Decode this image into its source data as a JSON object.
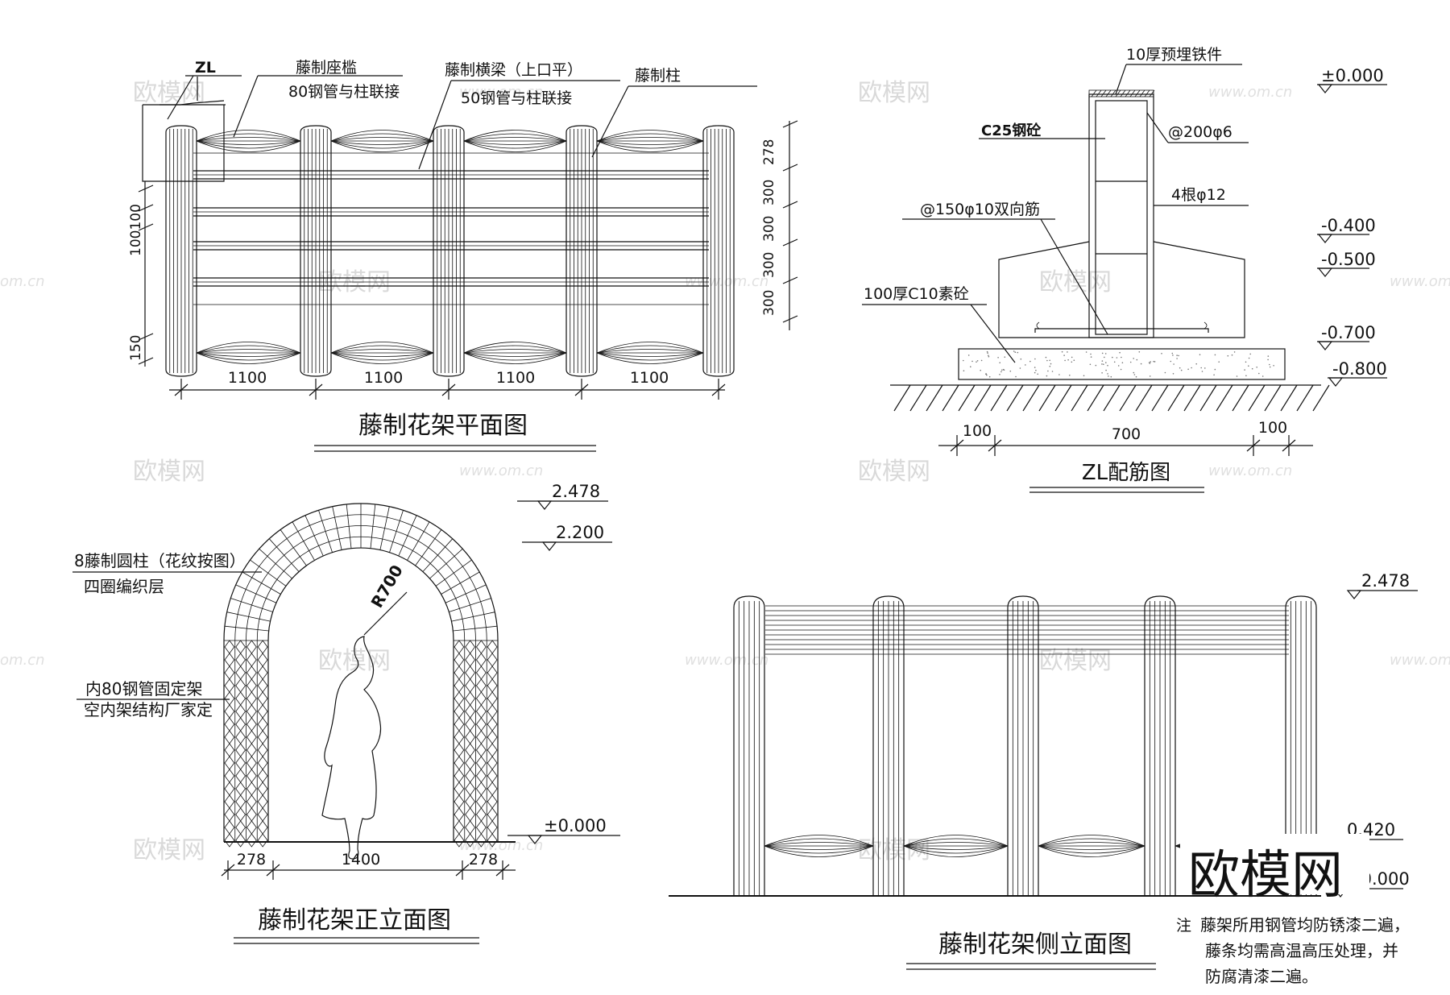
{
  "plan": {
    "title": "藤制花架平面图",
    "label_zl": "ZL",
    "label_seat": "藤制座槛",
    "label_seat_pipe": "80钢管与柱联接",
    "label_beam": "藤制横梁（上口平）",
    "label_beam_pipe": "50钢管与柱联接",
    "label_column": "藤制柱",
    "dim_bottom": [
      "1100",
      "1100",
      "1100",
      "1100"
    ],
    "dim_right": [
      "278",
      "300",
      "300",
      "300",
      "300"
    ],
    "dim_left_top": "100100",
    "dim_left_bottom": "150"
  },
  "zl": {
    "title": "ZL配筋图",
    "label_embed": "10厚预埋铁件",
    "label_concrete": "C25钢砼",
    "label_stirrup": "@200φ6",
    "label_bars": "4根φ12",
    "label_mesh": "@150φ10双向筋",
    "label_cushion": "100厚C10素砼",
    "elevations": [
      "±0.000",
      "-0.400",
      "-0.500",
      "-0.700",
      "-0.800"
    ],
    "dims": [
      "100",
      "700",
      "100"
    ]
  },
  "front": {
    "title": "藤制花架正立面图",
    "label_column": "8藤制圆柱（花纹按图）",
    "label_layer": "四圈编织层",
    "label_pipe": "内80钢管固定架",
    "label_frame": "空内架结构厂家定",
    "radius": "R700",
    "elevations": [
      "2.478",
      "2.200",
      "±0.000"
    ],
    "dims": [
      "278",
      "1400",
      "278"
    ]
  },
  "side": {
    "title": "藤制花架侧立面图",
    "elevations": [
      "2.478",
      "0.420",
      "±0.000"
    ]
  },
  "note": {
    "prefix": "注",
    "lines": [
      "藤架所用钢管均防锈漆二遍，",
      "藤条均需高温高压处理，并",
      "防腐清漆二遍。"
    ]
  },
  "brand": {
    "logo": "欧模网",
    "watermark_cn": "欧模网",
    "watermark_url": "www.om.cn",
    "watermark_short": "om.cn"
  }
}
